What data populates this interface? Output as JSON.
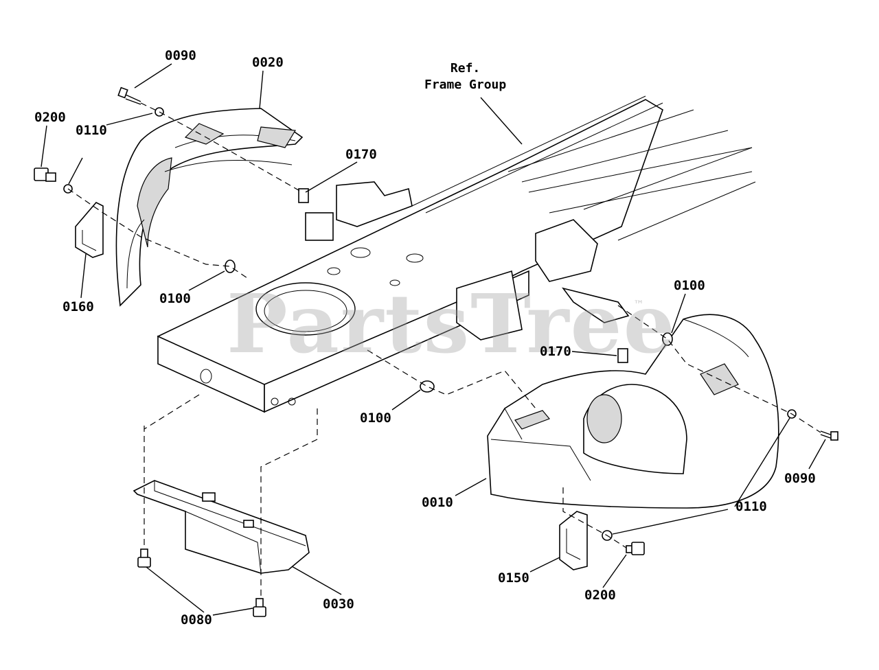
{
  "reference": {
    "line1": "Ref.",
    "line2": "Frame Group"
  },
  "watermark": {
    "text": "PartsTree",
    "trademark": "™"
  },
  "parts": {
    "p0090_left": "0090",
    "p0020": "0020",
    "p0200_left": "0200",
    "p0110_left": "0110",
    "p0170_top": "0170",
    "p0160": "0160",
    "p0100_left": "0100",
    "p0100_right": "0100",
    "p0170_right": "0170",
    "p0100_mid": "0100",
    "p0090_right": "0090",
    "p0010": "0010",
    "p0110_right": "0110",
    "p0150": "0150",
    "p0200_right": "0200",
    "p0030": "0030",
    "p0080": "0080"
  }
}
